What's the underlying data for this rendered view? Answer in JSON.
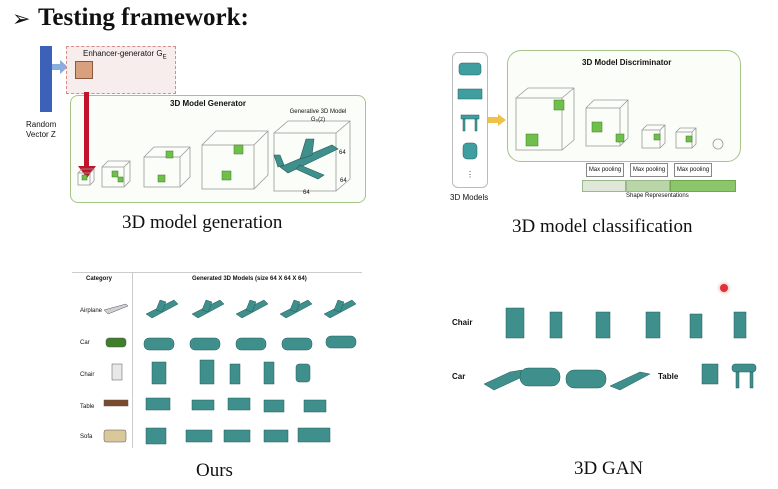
{
  "slide": {
    "bullet_glyph": "➢",
    "title": "Testing framework:"
  },
  "gen": {
    "random_vector_label": "Random Vector Z",
    "enhancer_label": "Enhancer-generator G",
    "enhancer_sub": "E",
    "generator_title": "3D Model Generator",
    "output_label": "Generative 3D Model",
    "output_formula": "G₀(z)",
    "dim_a": "64",
    "dim_b": "64",
    "dim_c": "64",
    "caption": "3D model generation"
  },
  "cls": {
    "input_label": "3D Models",
    "disc_title": "3D Model Discriminator",
    "pool_labels": [
      "Max pooling",
      "Max pooling",
      "Max pooling"
    ],
    "shape_label": "Shape Representations",
    "caption": "3D model classification"
  },
  "ours": {
    "category_header": "Category",
    "grid_header": "Generated  3D Models (size 64 X 64 X 64)",
    "rows": [
      "Airplane",
      "Car",
      "Chair",
      "Table",
      "Sofa"
    ],
    "caption": "Ours"
  },
  "gan": {
    "labels": [
      "Chair",
      "Car",
      "Table"
    ],
    "caption": "3D GAN"
  },
  "colors": {
    "teal": "#3f8f8c",
    "green": "#6fbf4a",
    "box_border": "#a6c48a",
    "red_arrow": "#c0142c",
    "blue_bar": "#3b62b8",
    "pointer": "#e0303a"
  }
}
